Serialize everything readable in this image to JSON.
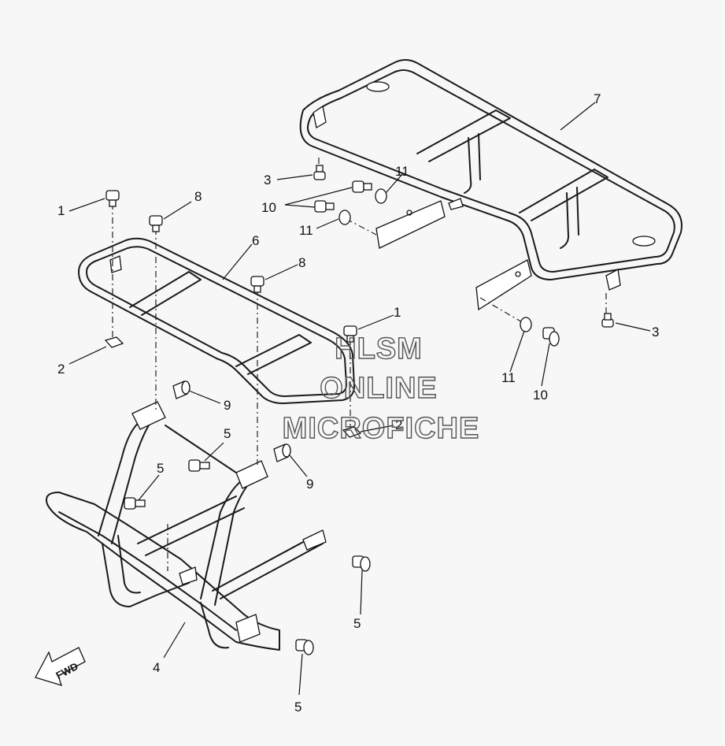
{
  "callouts": {
    "c1a": "1",
    "c1b": "1",
    "c2a": "2",
    "c2b": "2",
    "c3a": "3",
    "c3b": "3",
    "c4": "4",
    "c5a": "5",
    "c5b": "5",
    "c5c": "5",
    "c5d": "5",
    "c6": "6",
    "c7": "7",
    "c8a": "8",
    "c8b": "8",
    "c9a": "9",
    "c9b": "9",
    "c10a": "10",
    "c10b": "10",
    "c11a": "11",
    "c11b": "11",
    "c11c": "11"
  },
  "watermark": {
    "line1": "HLSM",
    "line2": "ONLINE",
    "line3": "MICROFICHE"
  },
  "fwd_label": "FWD"
}
